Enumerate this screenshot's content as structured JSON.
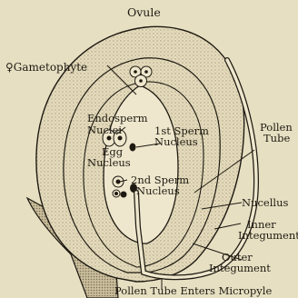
{
  "labels": {
    "title": "Ovule",
    "gametophyte": "♀Gametophyte",
    "endosperm": "Endosperm",
    "endosperm_nuclei": "Nuclei",
    "sperm1_line1": "1st Sperm",
    "sperm1_line2": "Nucleus",
    "egg_line1": "Egg",
    "egg_line2": "Nucleus",
    "sperm2_line1": "2nd Sperm",
    "sperm2_line2": "Nucleus",
    "pollen_tube_line1": "Pollen",
    "pollen_tube_line2": "Tube",
    "nucellus": "Nucellus",
    "inner_integument_line1": "Inner",
    "inner_integument_line2": "Integument",
    "outer_integument_line1": "Outer",
    "outer_integument_line2": "Integument",
    "micropyle": "Pollen Tube Enters Micropyle"
  },
  "colors": {
    "background": "#e7dfc2",
    "stipple": "#b9ad8c",
    "ink": "#1e1a12",
    "nucellus_fill": "#f1ead2"
  }
}
